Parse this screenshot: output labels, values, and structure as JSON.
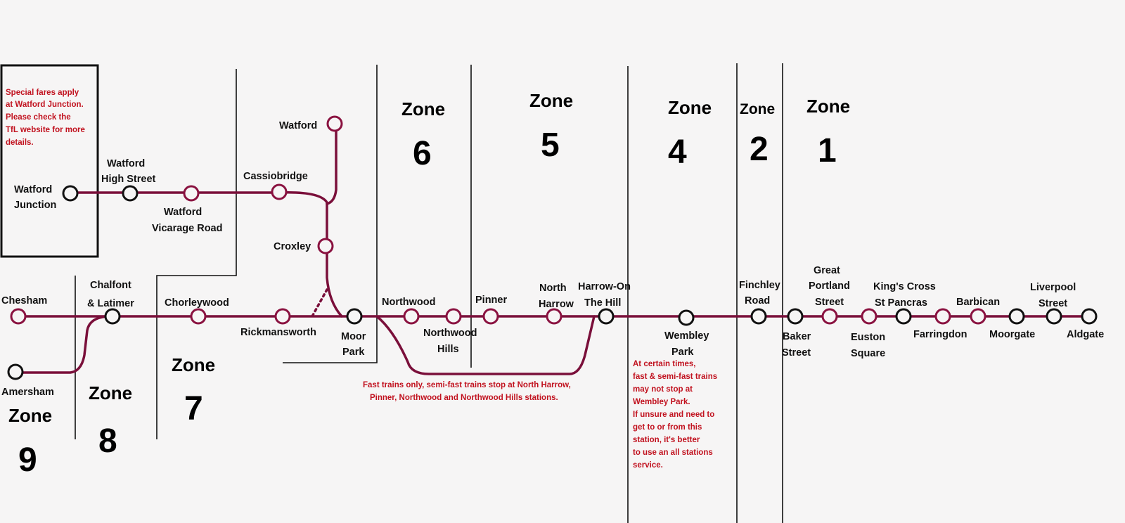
{
  "colors": {
    "line": "#7a0f3a",
    "station_normal": "#8a1240",
    "station_interchange": "#111111",
    "note": "#c1121f",
    "background": "#f6f5f5"
  },
  "notices": {
    "watford_junction": [
      "Special fares apply",
      "at Watford Junction.",
      "Please check the",
      "TfL website for more",
      "details."
    ],
    "fast_trains": [
      "Fast trains only, semi-fast trains stop at North Harrow,",
      "Pinner, Northwood and Northwood Hills stations."
    ],
    "wembley_park": [
      "At certain times,",
      "fast & semi-fast trains",
      "may not stop at",
      "Wembley Park.",
      "If unsure and need to",
      "get to or from this",
      "station, it's better",
      "to use an all stations",
      "service."
    ]
  },
  "zones": [
    {
      "word": "Zone",
      "number": "9"
    },
    {
      "word": "Zone",
      "number": "8"
    },
    {
      "word": "Zone",
      "number": "7"
    },
    {
      "word": "Zone",
      "number": "6"
    },
    {
      "word": "Zone",
      "number": "5"
    },
    {
      "word": "Zone",
      "number": "4"
    },
    {
      "word": "Zone",
      "number": "2"
    },
    {
      "word": "Zone",
      "number": "1"
    }
  ],
  "stations": [
    {
      "id": "watford-junction",
      "label": [
        "Watford",
        "Junction"
      ],
      "type": "interchange"
    },
    {
      "id": "watford-high-street",
      "label": [
        "Watford",
        "High Street"
      ],
      "type": "interchange"
    },
    {
      "id": "watford-vicarage-road",
      "label": [
        "Watford",
        "Vicarage Road"
      ],
      "type": "normal"
    },
    {
      "id": "cassiobridge",
      "label": [
        "Cassiobridge"
      ],
      "type": "normal"
    },
    {
      "id": "watford",
      "label": [
        "Watford"
      ],
      "type": "normal"
    },
    {
      "id": "croxley",
      "label": [
        "Croxley"
      ],
      "type": "normal"
    },
    {
      "id": "chesham",
      "label": [
        "Chesham"
      ],
      "type": "normal"
    },
    {
      "id": "amersham",
      "label": [
        "Amersham"
      ],
      "type": "interchange"
    },
    {
      "id": "chalfont-latimer",
      "label": [
        "Chalfont",
        "& Latimer"
      ],
      "type": "interchange"
    },
    {
      "id": "chorleywood",
      "label": [
        "Chorleywood"
      ],
      "type": "normal"
    },
    {
      "id": "rickmansworth",
      "label": [
        "Rickmansworth"
      ],
      "type": "normal"
    },
    {
      "id": "moor-park",
      "label": [
        "Moor",
        "Park"
      ],
      "type": "interchange"
    },
    {
      "id": "northwood",
      "label": [
        "Northwood"
      ],
      "type": "normal"
    },
    {
      "id": "northwood-hills",
      "label": [
        "Northwood",
        "Hills"
      ],
      "type": "normal"
    },
    {
      "id": "pinner",
      "label": [
        "Pinner"
      ],
      "type": "normal"
    },
    {
      "id": "north-harrow",
      "label": [
        "North",
        "Harrow"
      ],
      "type": "normal"
    },
    {
      "id": "harrow-on-the-hill",
      "label": [
        "Harrow-On",
        "The Hill"
      ],
      "type": "interchange"
    },
    {
      "id": "wembley-park",
      "label": [
        "Wembley",
        "Park"
      ],
      "type": "interchange"
    },
    {
      "id": "finchley-road",
      "label": [
        "Finchley",
        "Road"
      ],
      "type": "interchange"
    },
    {
      "id": "baker-street",
      "label": [
        "Baker",
        "Street"
      ],
      "type": "interchange"
    },
    {
      "id": "great-portland-street",
      "label": [
        "Great",
        "Portland",
        "Street"
      ],
      "type": "normal"
    },
    {
      "id": "euston-square",
      "label": [
        "Euston",
        "Square"
      ],
      "type": "normal"
    },
    {
      "id": "kings-cross-st-pancras",
      "label": [
        "King's Cross",
        "St Pancras"
      ],
      "type": "interchange"
    },
    {
      "id": "farringdon",
      "label": [
        "Farringdon"
      ],
      "type": "normal"
    },
    {
      "id": "barbican",
      "label": [
        "Barbican"
      ],
      "type": "normal"
    },
    {
      "id": "moorgate",
      "label": [
        "Moorgate"
      ],
      "type": "interchange"
    },
    {
      "id": "liverpool-street",
      "label": [
        "Liverpool",
        "Street"
      ],
      "type": "interchange"
    },
    {
      "id": "aldgate",
      "label": [
        "Aldgate"
      ],
      "type": "interchange"
    }
  ]
}
